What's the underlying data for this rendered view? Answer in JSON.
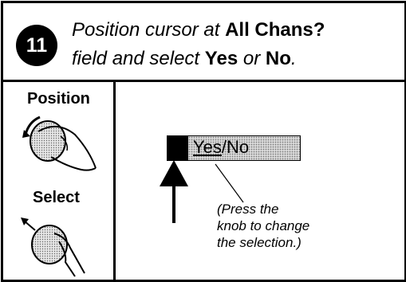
{
  "step": {
    "number": "11",
    "line1_text": "Position cursor at",
    "line1_bold": "All Chans?",
    "line2_text": "field and select",
    "line2_yes": "Yes",
    "line2_or": "or",
    "line2_no": "No",
    "line2_end": "."
  },
  "controls": {
    "position_label": "Position",
    "select_label": "Select",
    "position_icon": "knob-rotate-hand-icon",
    "select_icon": "knob-press-hand-icon"
  },
  "field": {
    "value_yes": "Yes",
    "separator": "/",
    "value_no": "No"
  },
  "note": {
    "line1": "(Press the",
    "line2": "knob to change",
    "line3": "the selection.)"
  },
  "colors": {
    "ink": "#000000",
    "field_fill": "#d9d9d9",
    "background": "#ffffff"
  }
}
